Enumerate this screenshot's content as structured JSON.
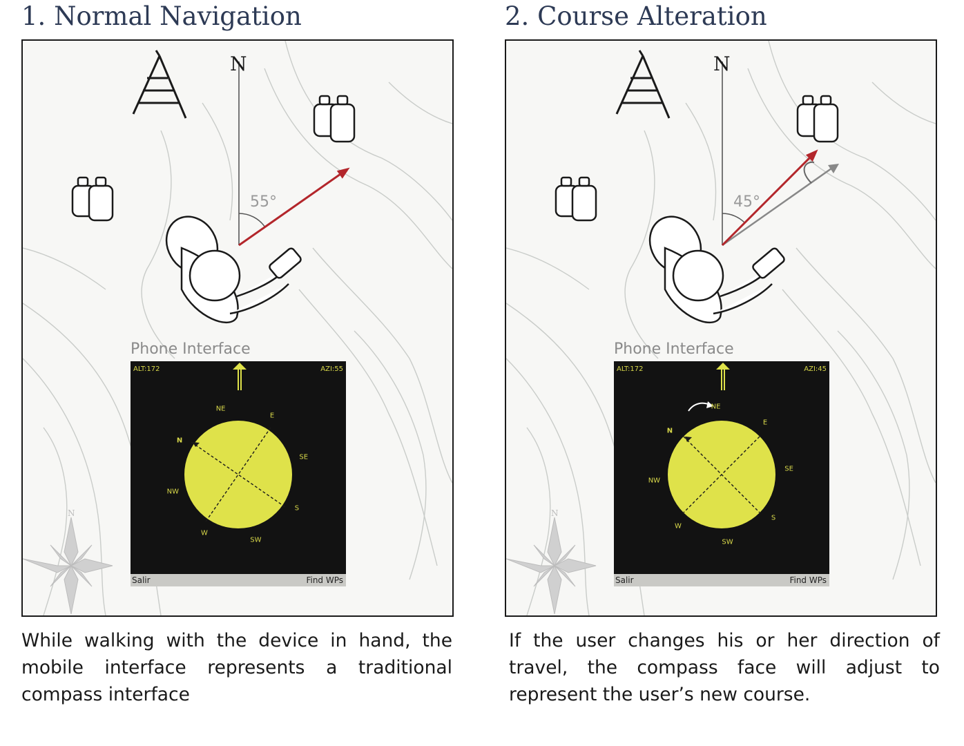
{
  "panels": [
    {
      "title": "1. Normal Navigation",
      "north_label": "N",
      "angle_label": "55°",
      "heading_deg": 55,
      "course_changed": false,
      "phone": {
        "label": "Phone Interface",
        "alt": "ALT:172",
        "azi": "AZI:55",
        "softkey_left": "Salir",
        "softkey_right": "Find WPs",
        "directions": [
          "N",
          "NE",
          "E",
          "SE",
          "S",
          "SW",
          "W",
          "NW"
        ]
      },
      "caption": "While walking with the device in hand, the mobile interface represents a traditional compass interface"
    },
    {
      "title": "2. Course Alteration",
      "north_label": "N",
      "angle_label": "45°",
      "heading_deg": 45,
      "course_changed": true,
      "phone": {
        "label": "Phone Interface",
        "alt": "ALT:172",
        "azi": "AZI:45",
        "softkey_left": "Salir",
        "softkey_right": "Find WPs",
        "directions": [
          "N",
          "NE",
          "E",
          "SE",
          "S",
          "SW",
          "W",
          "NW"
        ]
      },
      "caption": "If the user changes his or her direction of travel, the compass face will adjust to represent the user’s new course."
    }
  ],
  "colors": {
    "title": "#2d3a55",
    "heading_arrow": "#b3262b",
    "compass_face": "#dfe24a",
    "compass_text": "#d8d84a",
    "phone_bg": "#121212",
    "map_lines": "#c9ccc9"
  }
}
